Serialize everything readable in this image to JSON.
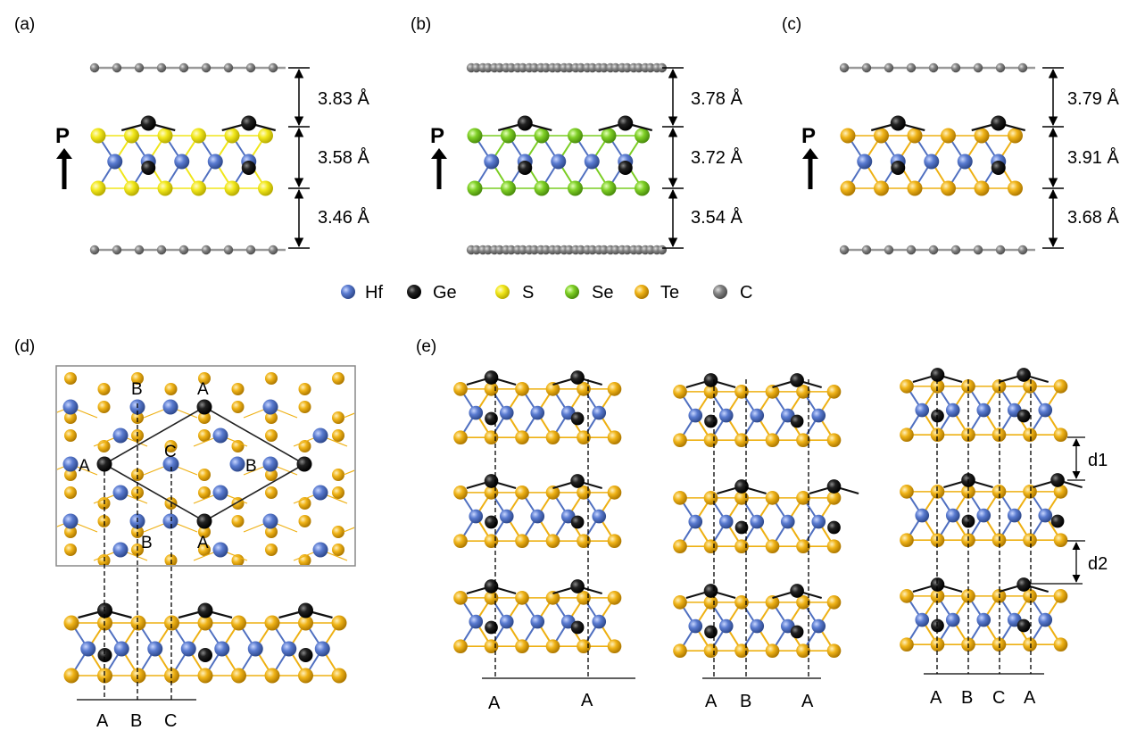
{
  "colors": {
    "Hf": "#4f6fc0",
    "Ge": "#1a1a1a",
    "S": "#f0e61a",
    "Se": "#7acd22",
    "Te": "#eeb012",
    "C": "#7c7c7c",
    "frame": "#888888"
  },
  "panels": {
    "a": {
      "label": "(a)",
      "chalcogen": "S",
      "p": "P",
      "distances": [
        "3.83 Å",
        "3.58 Å",
        "3.46 Å"
      ]
    },
    "b": {
      "label": "(b)",
      "chalcogen": "Se",
      "p": "P",
      "distances": [
        "3.78 Å",
        "3.72 Å",
        "3.54 Å"
      ]
    },
    "c": {
      "label": "(c)",
      "chalcogen": "Te",
      "p": "P",
      "distances": [
        "3.79 Å",
        "3.91 Å",
        "3.68 Å"
      ]
    },
    "d": {
      "label": "(d)",
      "top_view_sites": [
        "B",
        "A",
        "A",
        "C",
        "B",
        "B",
        "A"
      ],
      "stacking": [
        "A",
        "B",
        "C"
      ]
    },
    "e": {
      "label": "(e)",
      "stackings": [
        [
          "A",
          "A"
        ],
        [
          "A",
          "B",
          "A"
        ],
        [
          "A",
          "B",
          "C",
          "A"
        ]
      ],
      "spacings": [
        "d1",
        "d2"
      ]
    }
  },
  "legend": [
    {
      "symbol": "Hf",
      "label": "Hf"
    },
    {
      "symbol": "Ge",
      "label": "Ge"
    },
    {
      "symbol": "S",
      "label": "S"
    },
    {
      "symbol": "Se",
      "label": "Se"
    },
    {
      "symbol": "Te",
      "label": "Te"
    },
    {
      "symbol": "C",
      "label": "C"
    }
  ]
}
